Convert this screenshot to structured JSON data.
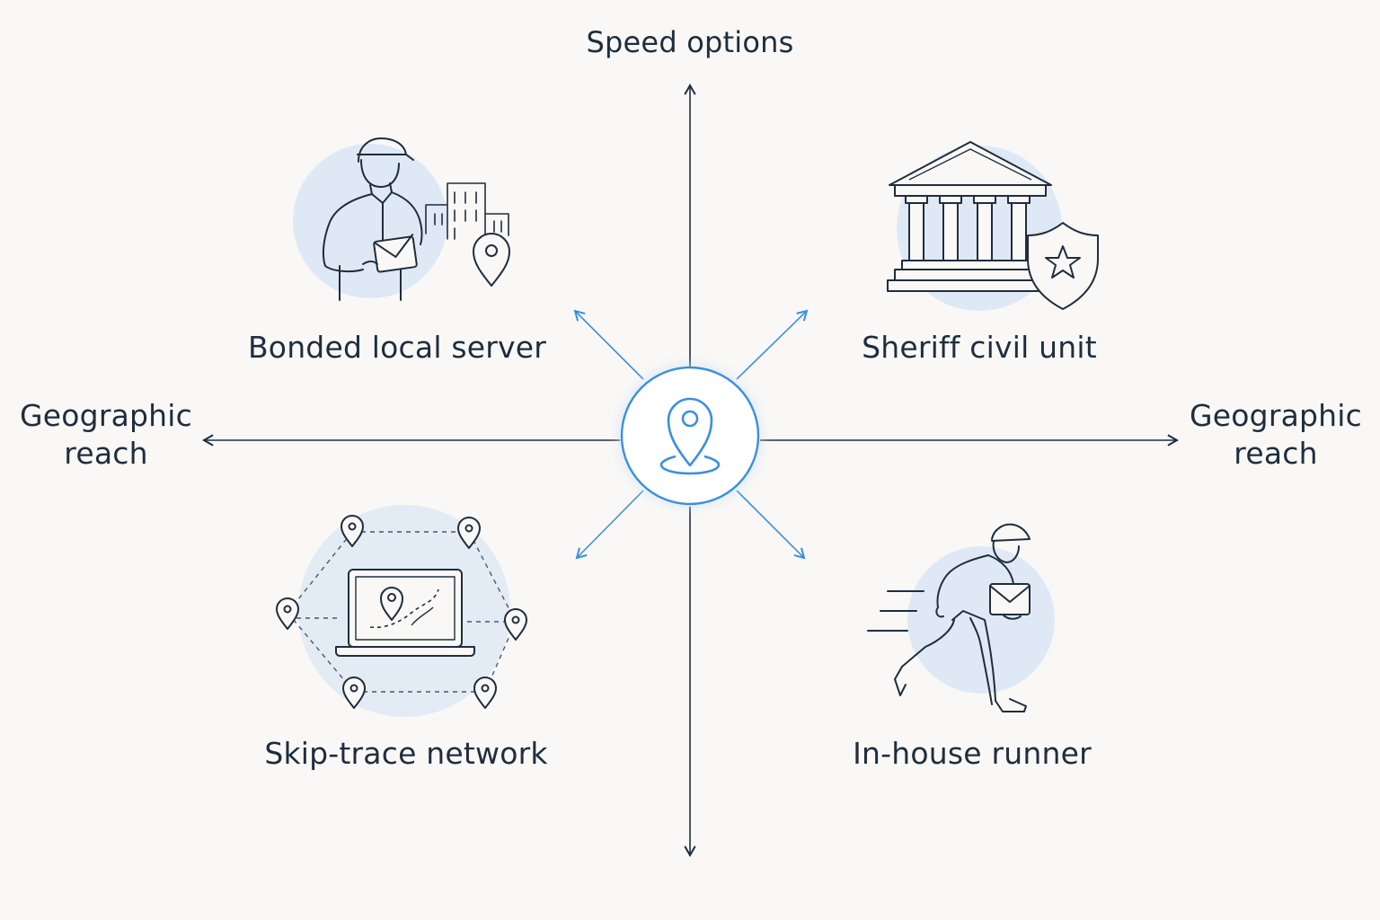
{
  "axes": {
    "vertical_top": "Speed options",
    "horizontal_left": [
      "Geographic",
      "reach"
    ],
    "horizontal_right": [
      "Geographic",
      "reach"
    ]
  },
  "quadrants": {
    "top_left": {
      "label": "Bonded local server",
      "icon": "courier-with-envelope-and-buildings-icon"
    },
    "top_right": {
      "label": "Sheriff civil unit",
      "icon": "courthouse-with-shield-icon"
    },
    "bottom_left": {
      "label": "Skip-trace network",
      "icon": "laptop-map-network-icon"
    },
    "bottom_right": {
      "label": "In-house runner",
      "icon": "running-courier-icon"
    }
  },
  "center": {
    "icon": "location-pin-icon"
  },
  "colors": {
    "ink": "#1f2d3d",
    "accent": "#3b8fe0",
    "halo": "#dfe9f5",
    "background": "#f9f8f6"
  }
}
